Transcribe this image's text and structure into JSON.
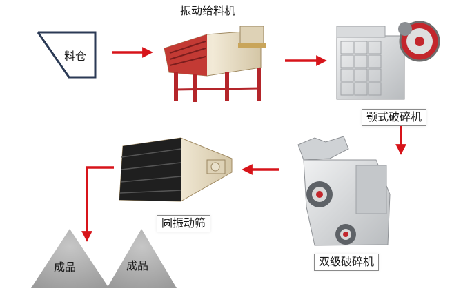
{
  "labels": {
    "hopper": "料仓",
    "feeder": "振动给料机",
    "jaw_crusher": "颚式破碎机",
    "double_crusher": "双级破碎机",
    "screen": "圆振动筛",
    "product_1": "成品",
    "product_2": "成品"
  },
  "colors": {
    "arrow": "#d7141a",
    "machine_red": "#b4252a",
    "machine_cream": "#e8dcc2",
    "machine_grey": "#c9cbcd",
    "pile": "#a9a9a9",
    "text": "#1a1a1a"
  }
}
